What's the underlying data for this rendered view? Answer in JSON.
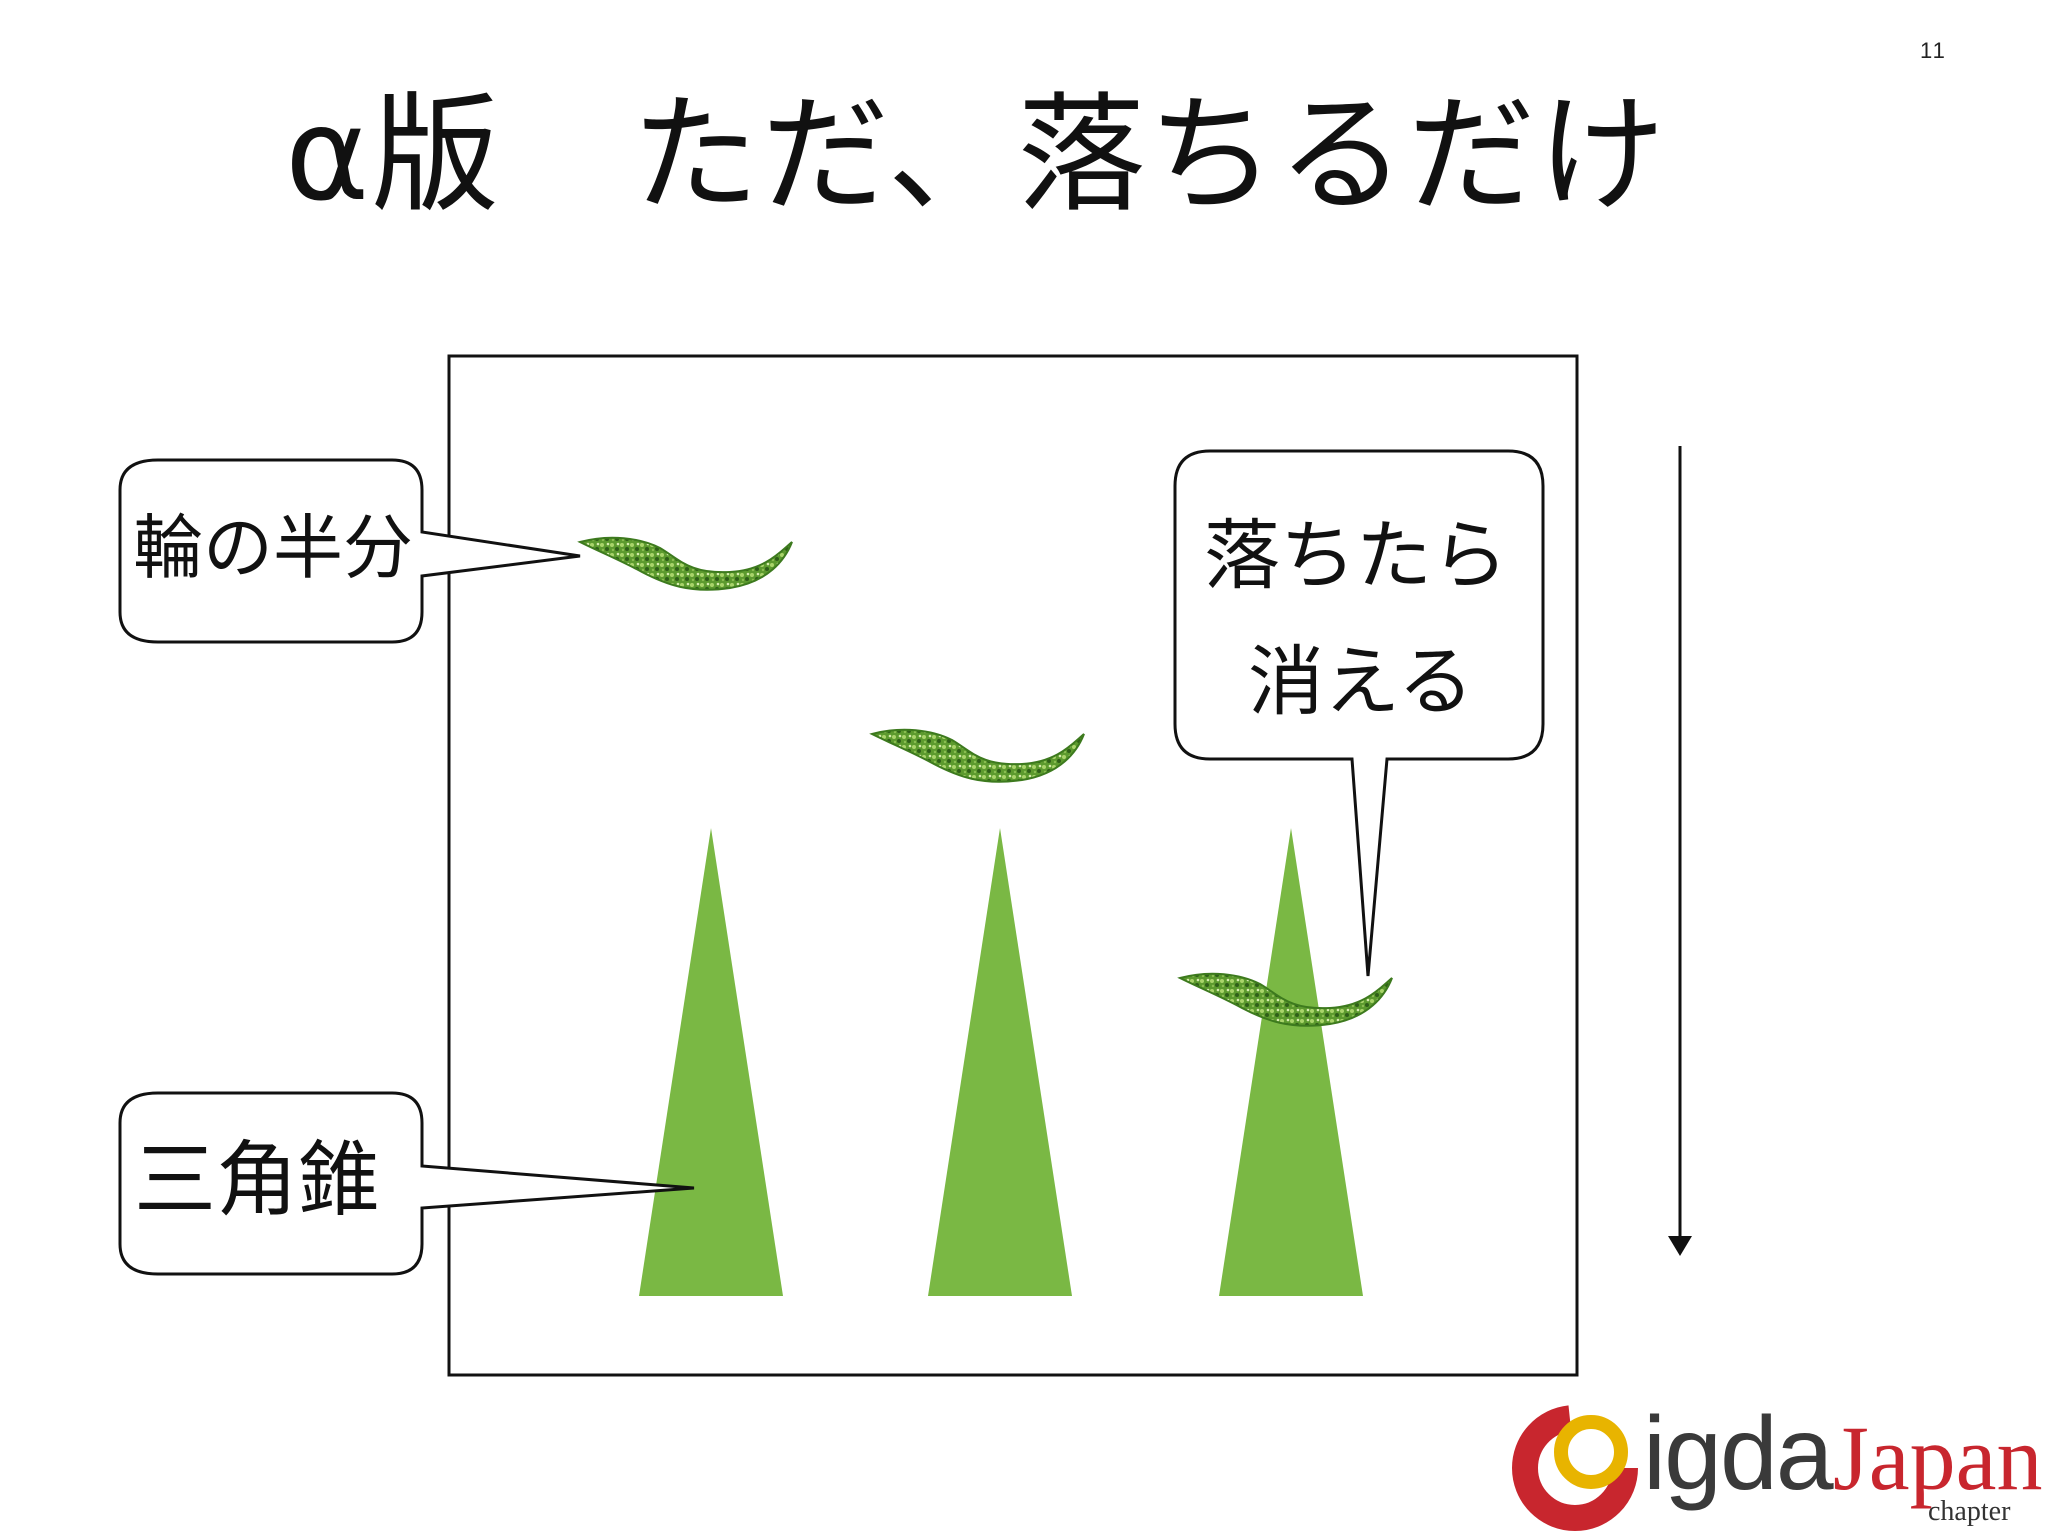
{
  "slide": {
    "page_number": "11",
    "title": "α版　ただ、落ちるだけ"
  },
  "callouts": {
    "ring_half": "輪の半分",
    "cone": "三角錐",
    "disappear_line1": "落ちたら",
    "disappear_line2": "消える"
  },
  "logo": {
    "main": "igda",
    "sub": "Japan",
    "small": "chapter"
  },
  "colors": {
    "cone_green": "#7ab844",
    "ring_green_dark": "#3d7a1e",
    "ring_green_light": "#a9d46a",
    "logo_red": "#c8262e",
    "logo_yellow": "#e8b400"
  }
}
